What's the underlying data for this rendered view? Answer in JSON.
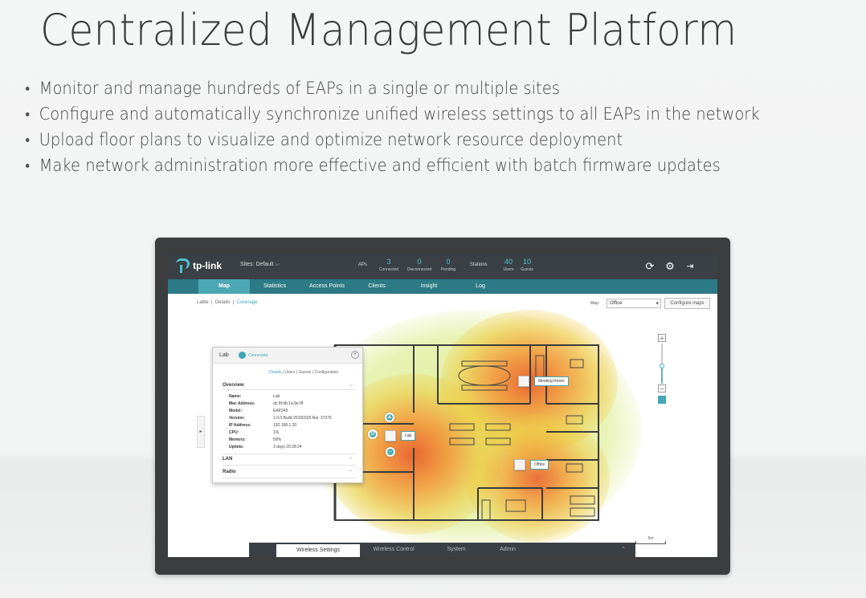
{
  "page": {
    "title": "Centralized Management Platform",
    "bullets": [
      "Monitor and manage hundreds of EAPs in a single or multiple sites",
      "Configure and automatically synchronize unified wireless settings to all EAPs in the network",
      "Upload floor plans to visualize and optimize network resource deployment",
      "Make network administration more effective and efficient with batch firmware updates"
    ]
  },
  "app": {
    "logo": "tp-link",
    "site_selector": "Sites: Default",
    "aps_label": "APs",
    "aps": [
      {
        "num": "3",
        "label": "Connected"
      },
      {
        "num": "0",
        "label": "Disconnected"
      },
      {
        "num": "0",
        "label": "Pending"
      }
    ],
    "stations_label": "Stations",
    "stations": [
      {
        "num": "40",
        "label": "Users"
      },
      {
        "num": "10",
        "label": "Guests"
      }
    ],
    "nav": [
      "Map",
      "Statistics",
      "Access Points",
      "Clients",
      "Insight",
      "Log"
    ],
    "subnav": {
      "lable": "Lable",
      "details": "Details",
      "coverage": "Coverage"
    },
    "map_label": "Map:",
    "map_value": "Office",
    "configure_maps": "Configure maps",
    "ap_tags": {
      "meeting": "Meeting Room",
      "lab": "Lab",
      "office": "Office"
    },
    "panel": {
      "name": "Lab",
      "status": "Connected",
      "tabs": [
        "Details",
        "Users",
        "Guests",
        "Configuration"
      ],
      "overview": "Overview",
      "fields": [
        {
          "k": "Name:",
          "v": "Lab"
        },
        {
          "k": "Mac Address:",
          "v": "dc:9f:db:1a:9e:9f"
        },
        {
          "k": "Model:",
          "v": "EAP245"
        },
        {
          "k": "Version:",
          "v": "1.0.0 Build 20160325 Rel. 37276"
        },
        {
          "k": "IP Address:",
          "v": "192.168.1.20"
        },
        {
          "k": "CPU:",
          "v": "1%"
        },
        {
          "k": "Memory:",
          "v": "50%"
        },
        {
          "k": "Uptime:",
          "v": "3 days 20:28:24"
        }
      ],
      "lan": "LAN",
      "radio": "Radio"
    },
    "scale": "5m",
    "bottom": [
      "Wireless Settings",
      "Wireless Control",
      "System",
      "Admin"
    ]
  }
}
